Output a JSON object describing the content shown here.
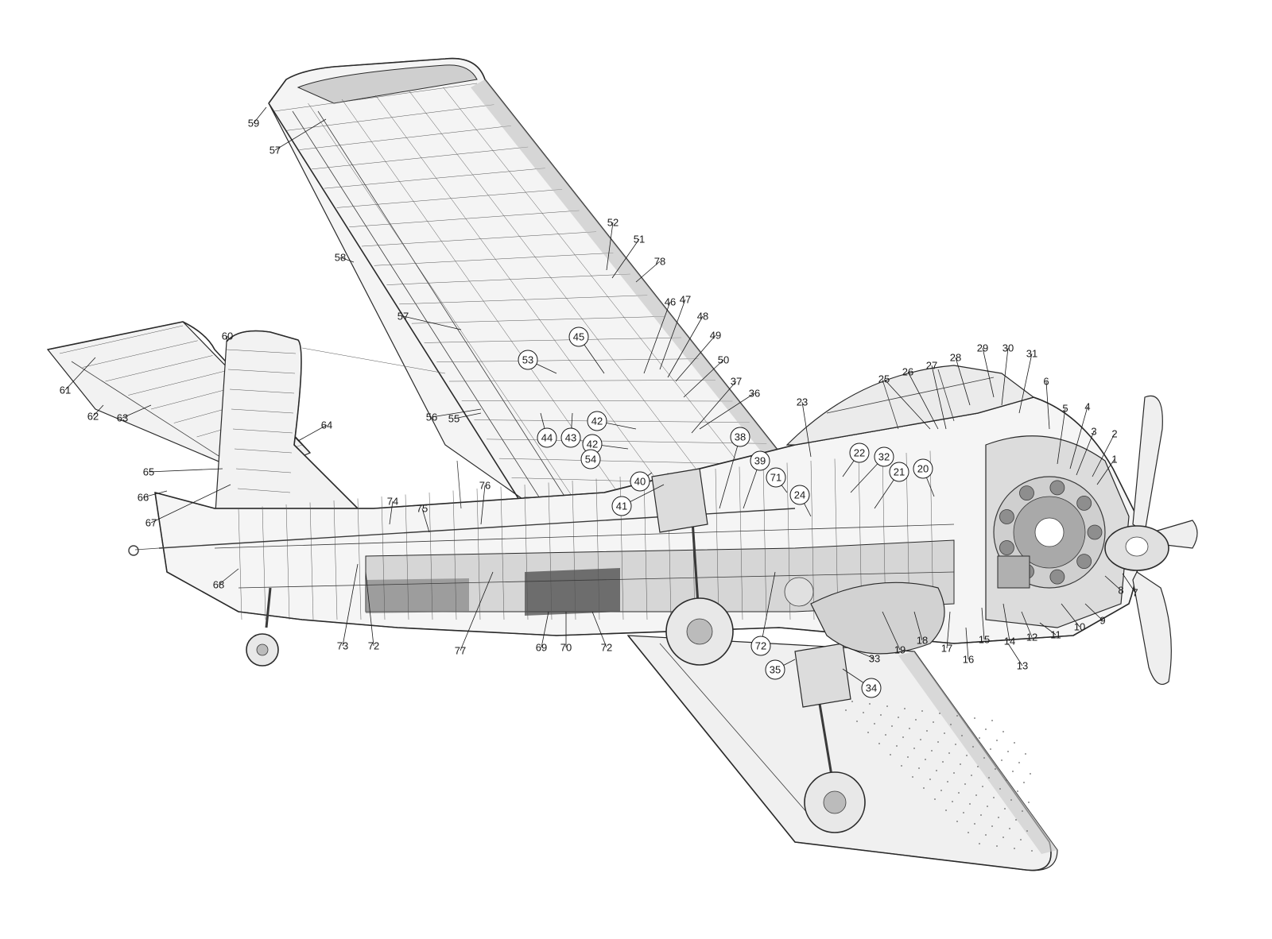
{
  "callouts": [
    {
      "id": "1",
      "circled": false
    },
    {
      "id": "2",
      "circled": false
    },
    {
      "id": "3",
      "circled": false
    },
    {
      "id": "4",
      "circled": false
    },
    {
      "id": "5",
      "circled": false
    },
    {
      "id": "6",
      "circled": false
    },
    {
      "id": "7",
      "circled": false
    },
    {
      "id": "8",
      "circled": false
    },
    {
      "id": "9",
      "circled": false
    },
    {
      "id": "10",
      "circled": false
    },
    {
      "id": "11",
      "circled": false
    },
    {
      "id": "12",
      "circled": false
    },
    {
      "id": "13",
      "circled": false
    },
    {
      "id": "14",
      "circled": false
    },
    {
      "id": "15",
      "circled": false
    },
    {
      "id": "16",
      "circled": false
    },
    {
      "id": "17",
      "circled": false
    },
    {
      "id": "18",
      "circled": false
    },
    {
      "id": "19",
      "circled": false
    },
    {
      "id": "20",
      "circled": true
    },
    {
      "id": "21",
      "circled": true
    },
    {
      "id": "22",
      "circled": true
    },
    {
      "id": "23",
      "circled": false
    },
    {
      "id": "24",
      "circled": true
    },
    {
      "id": "25",
      "circled": false
    },
    {
      "id": "26",
      "circled": false
    },
    {
      "id": "27",
      "circled": false
    },
    {
      "id": "28",
      "circled": false
    },
    {
      "id": "29",
      "circled": false
    },
    {
      "id": "30",
      "circled": false
    },
    {
      "id": "31",
      "circled": false
    },
    {
      "id": "32",
      "circled": true
    },
    {
      "id": "33",
      "circled": false
    },
    {
      "id": "34",
      "circled": true
    },
    {
      "id": "35",
      "circled": true
    },
    {
      "id": "36",
      "circled": false
    },
    {
      "id": "37",
      "circled": false
    },
    {
      "id": "38",
      "circled": true
    },
    {
      "id": "39",
      "circled": true
    },
    {
      "id": "40",
      "circled": true
    },
    {
      "id": "41",
      "circled": true
    },
    {
      "id": "42",
      "circled": true
    },
    {
      "id": "42",
      "circled": true
    },
    {
      "id": "43",
      "circled": true
    },
    {
      "id": "44",
      "circled": true
    },
    {
      "id": "45",
      "circled": true
    },
    {
      "id": "46",
      "circled": false
    },
    {
      "id": "47",
      "circled": false
    },
    {
      "id": "48",
      "circled": false
    },
    {
      "id": "49",
      "circled": false
    },
    {
      "id": "50",
      "circled": false
    },
    {
      "id": "51",
      "circled": false
    },
    {
      "id": "52",
      "circled": false
    },
    {
      "id": "53",
      "circled": true
    },
    {
      "id": "54",
      "circled": true
    },
    {
      "id": "55",
      "circled": false
    },
    {
      "id": "56",
      "circled": false
    },
    {
      "id": "57",
      "circled": false
    },
    {
      "id": "57",
      "circled": false
    },
    {
      "id": "58",
      "circled": false
    },
    {
      "id": "59",
      "circled": false
    },
    {
      "id": "60",
      "circled": false
    },
    {
      "id": "61",
      "circled": false
    },
    {
      "id": "62",
      "circled": false
    },
    {
      "id": "63",
      "circled": false
    },
    {
      "id": "64",
      "circled": false
    },
    {
      "id": "65",
      "circled": false
    },
    {
      "id": "66",
      "circled": false
    },
    {
      "id": "67",
      "circled": false
    },
    {
      "id": "68",
      "circled": false
    },
    {
      "id": "69",
      "circled": false
    },
    {
      "id": "70",
      "circled": false
    },
    {
      "id": "71",
      "circled": true
    },
    {
      "id": "72",
      "circled": false
    },
    {
      "id": "72",
      "circled": false
    },
    {
      "id": "72",
      "circled": true
    },
    {
      "id": "73",
      "circled": false
    },
    {
      "id": "74",
      "circled": false
    },
    {
      "id": "75",
      "circled": false
    },
    {
      "id": "76",
      "circled": false
    },
    {
      "id": "77",
      "circled": false
    },
    {
      "id": "78",
      "circled": false
    }
  ]
}
